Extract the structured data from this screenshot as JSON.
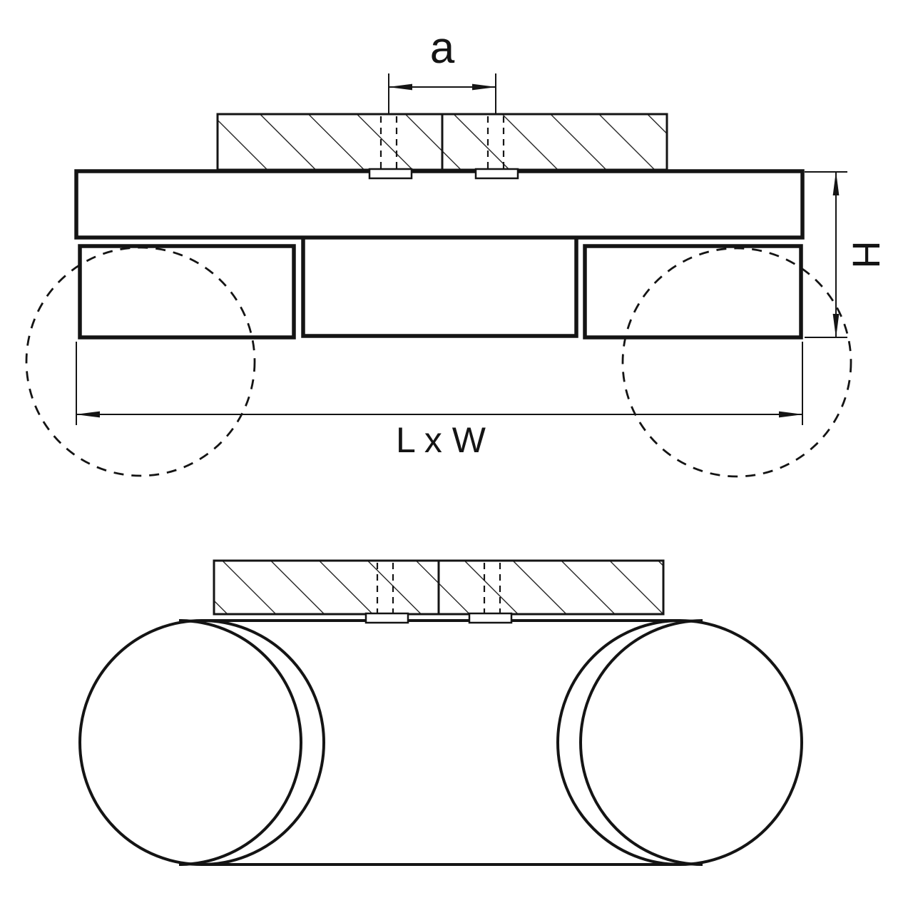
{
  "drawing": {
    "labels": {
      "hole_spacing": "a",
      "height": "H",
      "length_width": "L x W"
    },
    "colors": {
      "line": "#141414",
      "background": "#ffffff"
    }
  }
}
